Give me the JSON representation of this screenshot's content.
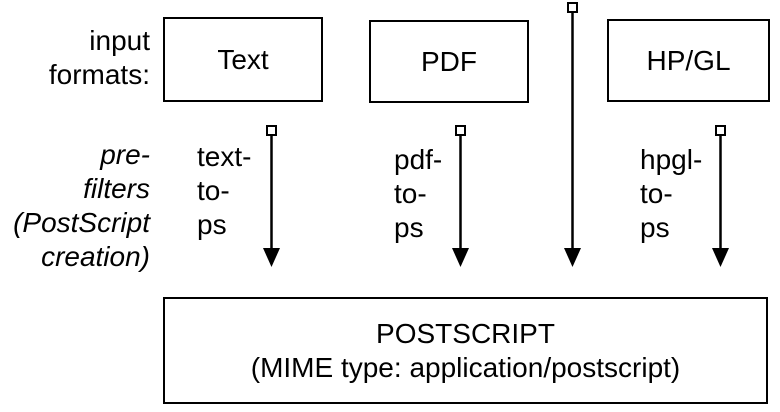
{
  "labels": {
    "input_formats_line1": "input",
    "input_formats_line2": "formats:",
    "prefilters_line1": "pre-",
    "prefilters_line2": "filters",
    "prefilters_line3": "(PostScript",
    "prefilters_line4": "creation)"
  },
  "input_boxes": {
    "text": "Text",
    "pdf": "PDF",
    "hpgl": "HP/GL"
  },
  "filters": {
    "text": {
      "line1": "text-",
      "line2": "to-",
      "line3": "ps"
    },
    "pdf": {
      "line1": "pdf-",
      "line2": "to-",
      "line3": "ps"
    },
    "hpgl": {
      "line1": "hpgl-",
      "line2": "to-",
      "line3": "ps"
    }
  },
  "output_box": {
    "line1": "POSTSCRIPT",
    "line2": "(MIME type: application/postscript)"
  }
}
